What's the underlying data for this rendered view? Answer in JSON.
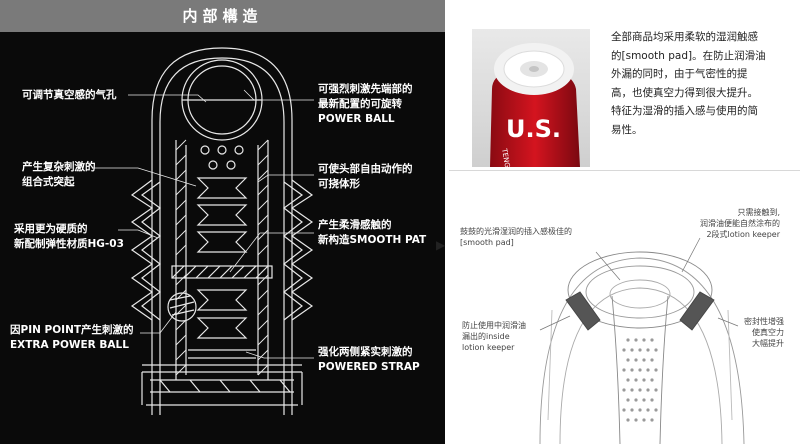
{
  "left": {
    "title": "内部構造",
    "labels_left": [
      {
        "lines": [
          "可调节真空感的气孔"
        ]
      },
      {
        "lines": [
          "产生复杂刺激的",
          "组合式突起"
        ]
      },
      {
        "lines": [
          "采用更为硬质的",
          "新配制弹性材质HG-03"
        ]
      },
      {
        "lines": [
          "因PIN POINT产生刺激的",
          "EXTRA POWER BALL"
        ]
      }
    ],
    "labels_right": [
      {
        "lines": [
          "可强烈刺激先端部的",
          "最新配置的可旋转",
          "POWER BALL"
        ]
      },
      {
        "lines": [
          "可使头部自由动作的",
          "可挠体形"
        ]
      },
      {
        "lines": [
          "产生柔滑感触的",
          "新构造SMOOTH PAT"
        ]
      },
      {
        "lines": [
          "强化两侧紧实刺激的",
          "POWERED STRAP"
        ]
      }
    ]
  },
  "product": {
    "cap_text": "U.S.",
    "side_text": "TENGA",
    "description": [
      "全部商品均采用柔软的湿润触感",
      "的[smooth pad]。在防止润滑油",
      "外漏的同时，由于气密性的提",
      "高，也使真空力得到很大提升。",
      "特征为湿滑的插入感与使用的简",
      "易性。"
    ]
  },
  "detail": {
    "note_top_left": [
      "鼓鼓的光滑湿润的插入感极佳的",
      "[smooth pad]"
    ],
    "note_top_right": [
      "只需接触到,",
      "润滑油便能自然涂布的",
      "2段式lotion keeper"
    ],
    "note_mid_left": [
      "防止使用中润滑油",
      "漏出的inside",
      "lotion keeper"
    ],
    "note_mid_right": [
      "密封性增强",
      "使真空力",
      "大幅提升"
    ]
  },
  "colors": {
    "header_gray": "#7a7a7a",
    "panel_black": "#0a0a0a",
    "cap_red": "#c8101e"
  }
}
